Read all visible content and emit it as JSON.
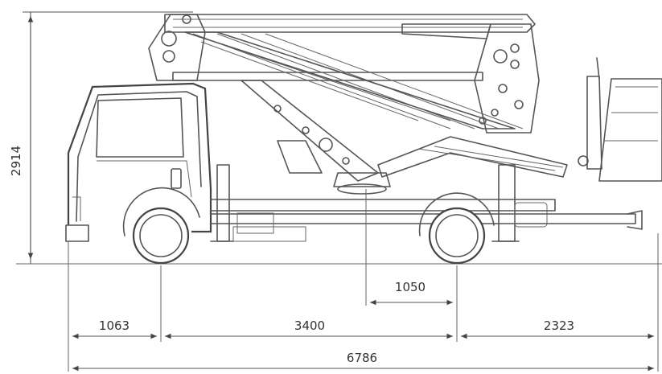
{
  "dimensions": {
    "overall_height": "2914",
    "front_overhang": "1063",
    "wheelbase": "3400",
    "rear_overhang": "2323",
    "overall_length": "6786",
    "turret_offset": "1050"
  }
}
